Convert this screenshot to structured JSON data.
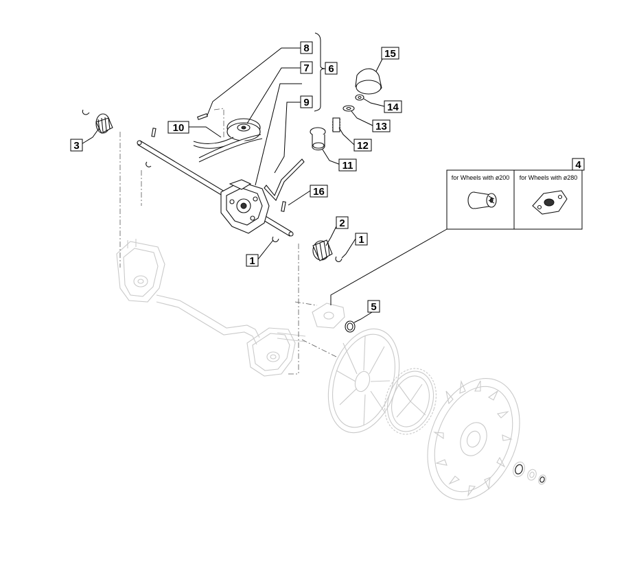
{
  "callouts": {
    "c1a": "1",
    "c1b": "1",
    "c2": "2",
    "c3": "3",
    "c4": "4",
    "c5": "5",
    "c6": "6",
    "c7": "7",
    "c8": "8",
    "c9": "9",
    "c10": "10",
    "c11": "11",
    "c12": "12",
    "c13": "13",
    "c14": "14",
    "c15": "15",
    "c16": "16"
  },
  "inset": {
    "left_caption": "for Wheels with ø200",
    "right_caption": "for Wheels with ø280"
  },
  "colors": {
    "line": "#000000",
    "ghost_parts": "#c9c9c9",
    "background": "#ffffff"
  }
}
